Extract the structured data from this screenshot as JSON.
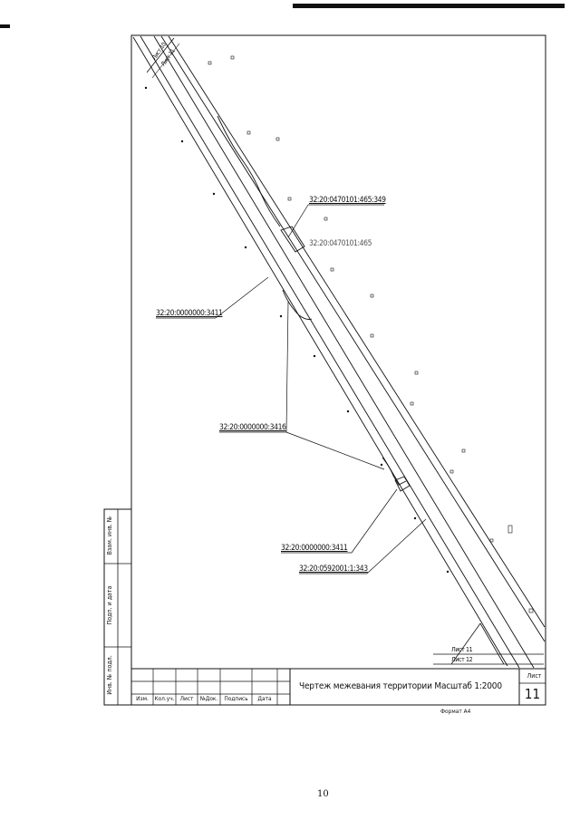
{
  "drawing": {
    "title": "Чертеж межевания территории Масштаб 1:2000",
    "sheet_header": "Лист",
    "sheet_number": "11",
    "format": "Формат А4",
    "page_number": "10"
  },
  "stamp_side": {
    "vzam_inv": "Взам. инв. №",
    "podp_data": "Подп. и дата",
    "inv_podl": "Инв. № подл."
  },
  "stamp_columns": [
    "Изм.",
    "Кол.уч.",
    "Лист",
    "№Док.",
    "Подпись",
    "Дата"
  ],
  "parcel_labels": [
    "32:20:0470101:465:349",
    "32:20:0470101:465",
    "32:20:0000000:3411",
    "32:20:0000000:3416",
    "32:20:0000000:3411",
    "32:20:0592001:1:343"
  ],
  "sheet_refs": {
    "top_prev": "Лист 10",
    "top_cur": "Лист 11",
    "bottom_cur": "Лист 11",
    "bottom_next": "Лист 12"
  }
}
